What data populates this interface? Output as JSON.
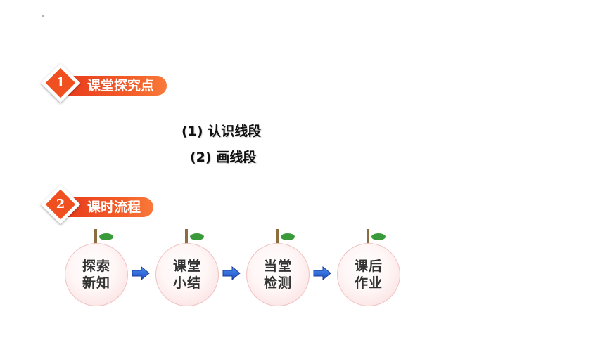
{
  "section1": {
    "number": "1",
    "title": "课堂探究点",
    "items": [
      "(1)  认识线段",
      "(2)  画线段"
    ]
  },
  "section2": {
    "number": "2",
    "title": "课时流程",
    "steps": [
      "探索新知",
      "课堂小结",
      "当堂检测",
      "课后作业"
    ]
  },
  "colors": {
    "banner_red": "#e83b1e",
    "arrow_blue": "#1f5fd6",
    "leaf_green": "#3a9a3a"
  }
}
